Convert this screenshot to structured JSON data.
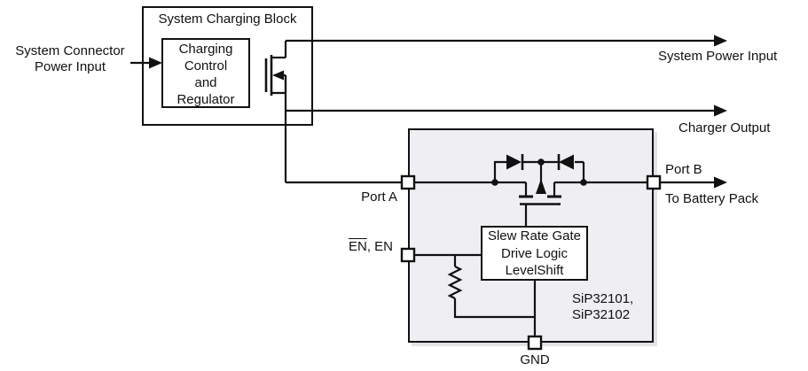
{
  "diagram": {
    "source_label": {
      "line1": "System Connector",
      "line2": "Power Input"
    },
    "charging_block": {
      "title": "System Charging Block",
      "regulator_box": {
        "line1": "Charging",
        "line2": "Control",
        "line3": "and",
        "line4": "Regulator"
      }
    },
    "outputs": {
      "system_power_input": "System Power Input",
      "charger_output": "Charger Output",
      "to_battery_pack": "To Battery Pack"
    },
    "switch_block": {
      "part_number_line1": "SiP32101,",
      "part_number_line2": "SiP32102",
      "gate_drive_box": {
        "line1": "Slew Rate Gate",
        "line2": "Drive Logic",
        "line3": "LevelShift"
      },
      "ports": {
        "port_a": "Port A",
        "port_b": "Port B",
        "enable_overlined": "EN",
        "enable_rest": ", EN",
        "gnd": "GND"
      }
    },
    "colors": {
      "line": "#111111",
      "switch_block_fill": "#efeff3",
      "switch_block_shadow": "#e2e2e7",
      "background": "#ffffff"
    }
  }
}
